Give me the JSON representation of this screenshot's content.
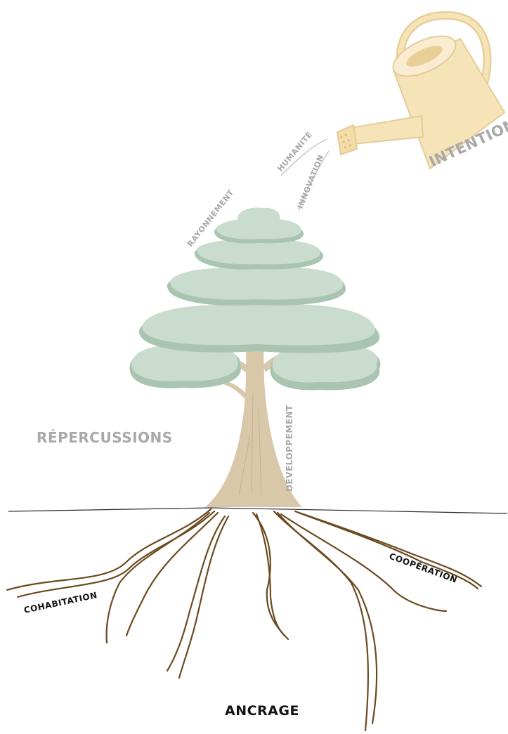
{
  "labels": {
    "intentions": "INTENTIONS",
    "humanite": "HUMANITÉ",
    "innovation": "INNOVATION",
    "rayonnement": "RAYONNEMENT",
    "repercussions": "RÉPERCUSSIONS",
    "developpement": "DÉVELOPPEMENT",
    "cooperation": "COOPÉRATION",
    "cohabitation": "COHABITATION",
    "ancrage": "ANCRAGE"
  },
  "colors": {
    "foliage": "#c9dccd",
    "foliage_shadow": "#a9c4b1",
    "trunk": "#d8c7a9",
    "roots": "#6b4a1f",
    "watering_can": "#f6e3b8",
    "watering_can_dark": "#e8cf95",
    "ground_line": "#2b2b2b",
    "label_light": "#a9a9a9",
    "label_dark": "#141414"
  },
  "icons": [
    "watering-can-icon",
    "tree-icon",
    "roots-icon"
  ]
}
